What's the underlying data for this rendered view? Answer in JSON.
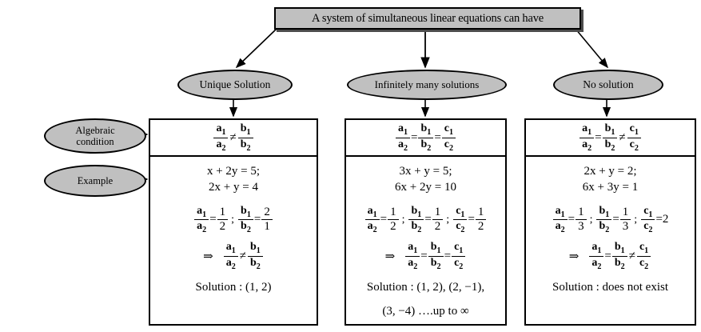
{
  "header": {
    "title": "A system of simultaneous linear equations can have"
  },
  "nodes": {
    "unique": "Unique Solution",
    "infinite": "Infinitely many solutions",
    "none": "No solution"
  },
  "row_labels": {
    "algebraic": "Algebraic condition",
    "algebraic_line1": "Algebraic",
    "algebraic_line2": "condition",
    "example": "Example"
  },
  "symbols": {
    "a1": "a",
    "a2": "a",
    "b1": "b",
    "b2": "b",
    "c1": "c",
    "c2": "c",
    "sub1": "1",
    "sub2": "2",
    "neq": "≠",
    "eq": "=",
    "implies": "⇒",
    "semicolon": ";",
    "infinity": "∞"
  },
  "columns": [
    {
      "id": "unique-solution",
      "condition": {
        "left": {
          "num": "a",
          "num_sub": "1",
          "den": "a",
          "den_sub": "2"
        },
        "op": "≠",
        "right": {
          "num": "b",
          "num_sub": "1",
          "den": "b",
          "den_sub": "2"
        }
      },
      "example": {
        "equation_1": "x + 2y = 5;",
        "equation_2": "2x + y = 4",
        "ratios": [
          {
            "label_num": "a",
            "label_num_sub": "1",
            "label_den": "a",
            "label_den_sub": "2",
            "op": "=",
            "value_num": "1",
            "value_den": "2"
          },
          {
            "label_num": "b",
            "label_num_sub": "1",
            "label_den": "b",
            "label_den_sub": "2",
            "op": "=",
            "value_num": "2",
            "value_den": "1"
          }
        ],
        "ratio_separator": ";",
        "conclusion_op": "≠",
        "solution": "Solution : (1, 2)",
        "solution_extra": ""
      }
    },
    {
      "id": "infinitely-many-solutions",
      "condition": {
        "left": {
          "num": "a",
          "num_sub": "1",
          "den": "a",
          "den_sub": "2"
        },
        "op": "=",
        "right": {
          "num": "b",
          "num_sub": "1",
          "den": "b",
          "den_sub": "2"
        },
        "op2": "=",
        "third": {
          "num": "c",
          "num_sub": "1",
          "den": "c",
          "den_sub": "2"
        }
      },
      "example": {
        "equation_1": "3x + y = 5;",
        "equation_2": "6x + 2y = 10",
        "ratios": [
          {
            "label_num": "a",
            "label_num_sub": "1",
            "label_den": "a",
            "label_den_sub": "2",
            "op": "=",
            "value_num": "1",
            "value_den": "2"
          },
          {
            "label_num": "b",
            "label_num_sub": "1",
            "label_den": "b",
            "label_den_sub": "2",
            "op": "=",
            "value_num": "1",
            "value_den": "2"
          },
          {
            "label_num": "c",
            "label_num_sub": "1",
            "label_den": "c",
            "label_den_sub": "2",
            "op": "=",
            "value_num": "1",
            "value_den": "2"
          }
        ],
        "ratio_separator": ";",
        "conclusion_op": "=",
        "solution": "Solution : (1, 2), (2, −1),",
        "solution_extra": "(3, −4) ….up to ∞"
      }
    },
    {
      "id": "no-solution",
      "condition": {
        "left": {
          "num": "a",
          "num_sub": "1",
          "den": "a",
          "den_sub": "2"
        },
        "op": "=",
        "right": {
          "num": "b",
          "num_sub": "1",
          "den": "b",
          "den_sub": "2"
        },
        "op2": "≠",
        "third": {
          "num": "c",
          "num_sub": "1",
          "den": "c",
          "den_sub": "2"
        }
      },
      "example": {
        "equation_1": "2x + y = 2;",
        "equation_2": "6x + 3y = 1",
        "ratios": [
          {
            "label_num": "a",
            "label_num_sub": "1",
            "label_den": "a",
            "label_den_sub": "2",
            "op": "=",
            "value_num": "1",
            "value_den": "3"
          },
          {
            "label_num": "b",
            "label_num_sub": "1",
            "label_den": "b",
            "label_den_sub": "2",
            "op": "=",
            "value_num": "1",
            "value_den": "3"
          },
          {
            "label_num": "c",
            "label_num_sub": "1",
            "label_den": "c",
            "label_den_sub": "2",
            "op": "=",
            "value_scalar": "2"
          }
        ],
        "ratio_separator": ";",
        "conclusion_op": "≠",
        "solution": "Solution : does not exist",
        "solution_extra": ""
      }
    }
  ],
  "colors": {
    "node_fill": "#c0c0c0",
    "stroke": "#000000",
    "background": "#ffffff",
    "shadow": "#4d4d4d"
  }
}
